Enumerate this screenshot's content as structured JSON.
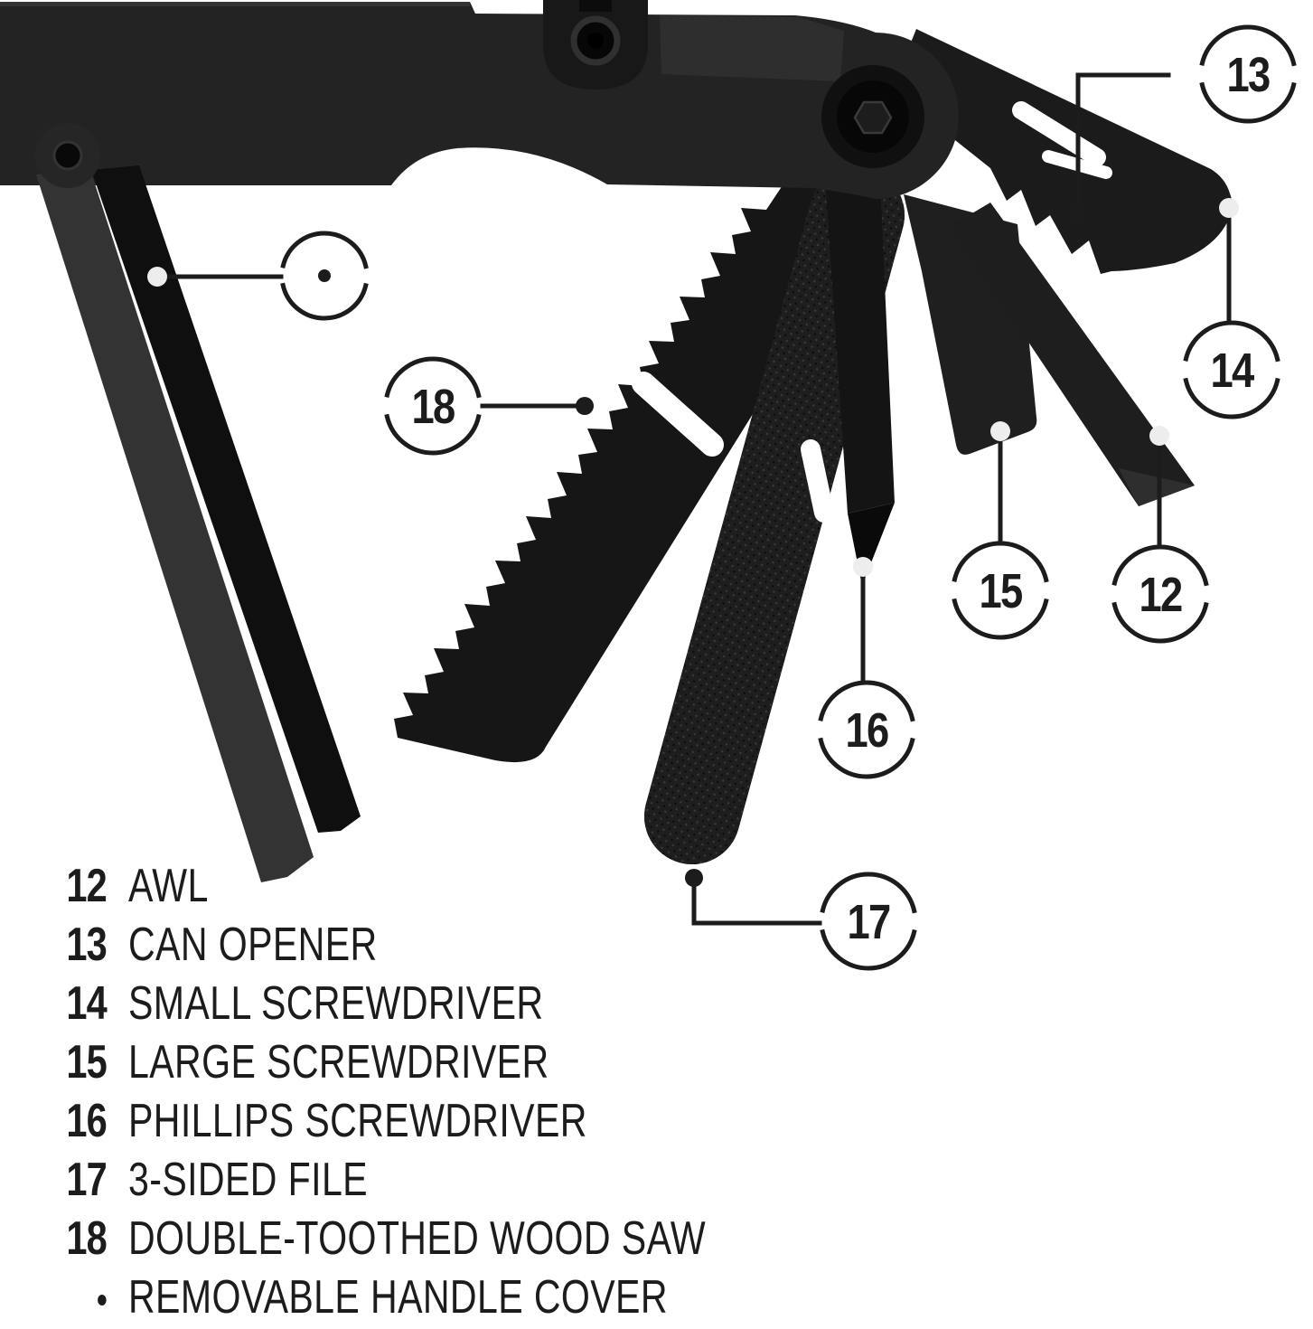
{
  "colors": {
    "background": "#ffffff",
    "ink": "#1c1c1c",
    "dot": "#ededed",
    "bar": "#232323",
    "spring": "#2e2e2e",
    "saw": "#161616",
    "file": "#1e1e1e",
    "phillips": "#141414",
    "phillips_tip": "#0a0a0a",
    "driver": "#1f1f1f",
    "awl": "#1e1e1e",
    "awl_bevel": "#2e2e2e",
    "opener": "#1b1b1b",
    "arm_front": "#333333",
    "arm_back": "#0f0f0f",
    "lobe": "#262626",
    "clamp": "#181818"
  },
  "callouts": [
    {
      "number": "12",
      "target": "awl"
    },
    {
      "number": "13",
      "target": "can-opener"
    },
    {
      "number": "14",
      "target": "small-screwdriver"
    },
    {
      "number": "15",
      "target": "large-screwdriver"
    },
    {
      "number": "16",
      "target": "phillips-screwdriver"
    },
    {
      "number": "17",
      "target": "3-sided-file"
    },
    {
      "number": "18",
      "target": "wood-saw"
    },
    {
      "number": "",
      "target": "removable-handle-cover"
    }
  ],
  "legend": {
    "items": [
      {
        "num": "12",
        "label": "AWL"
      },
      {
        "num": "13",
        "label": "CAN OPENER"
      },
      {
        "num": "14",
        "label": "SMALL SCREWDRIVER"
      },
      {
        "num": "15",
        "label": "LARGE SCREWDRIVER"
      },
      {
        "num": "16",
        "label": "PHILLIPS SCREWDRIVER"
      },
      {
        "num": "17",
        "label": "3-SIDED FILE"
      },
      {
        "num": "18",
        "label": "DOUBLE-TOOTHED WOOD SAW"
      },
      {
        "num": "•",
        "label": "REMOVABLE HANDLE COVER"
      }
    ]
  }
}
